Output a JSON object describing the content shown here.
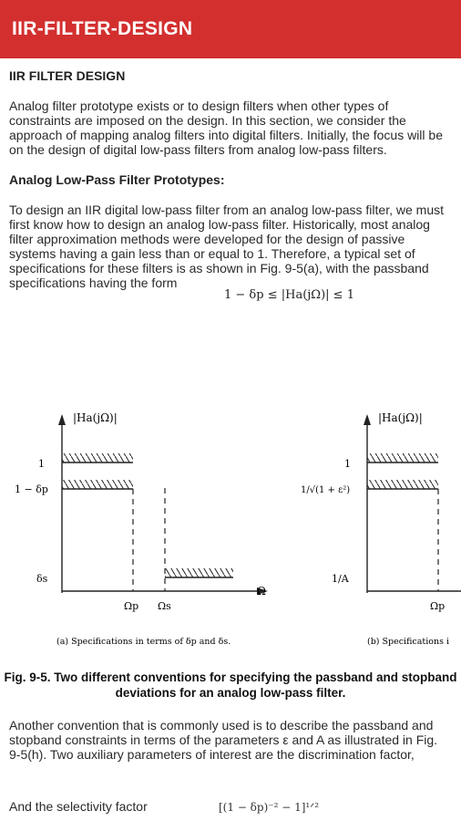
{
  "appbar": {
    "title": "IIR-FILTER-DESIGN"
  },
  "section": {
    "heading": "IIR FILTER DESIGN",
    "para1": "Analog filter prototype exists or to design filters when other types of constraints are imposed on the design. In this section, we consider the approach of mapping analog filters into digital filters. Initially, the focus will be on the design of digital low-pass filters from analog low-pass filters.",
    "subheading": "Analog Low-Pass Filter Prototypes:",
    "para2": "To design an IIR digital low-pass filter from an analog low-pass filter, we must first know how to design an analog low-pass filter. Historically, most analog filter approximation methods were developed for the design of passive systems having a gain less than or equal to 1. Therefore, a typical set of specifications for these filters is as shown in Fig. 9-5(a), with the passband specifications having the form",
    "formula": "1 − δp ≤ |Ha(jΩ)| ≤ 1",
    "caption": "Fig. 9-5. Two different conventions for specifying the passband and stopband deviations for an analog low-pass filter.",
    "para3": "Another convention that is commonly used is to describe the passband and stopband constraints in terms of the parameters ε and A as illustrated in Fig. 9-5(h). Two auxiliary parameters of interest are the discrimination factor,",
    "para4": "And the selectivity factor",
    "formula2": "[(1 − δp)⁻² − 1]¹ᐟ²"
  },
  "figure": {
    "a": {
      "ylabel": "|Ha(jΩ)|",
      "tick_one": "1",
      "tick_pass": "1 − δp",
      "tick_stop": "δs",
      "xlabel": "Ω",
      "x_pass": "Ωp",
      "x_stop": "Ωs",
      "sublabel": "(a) Specifications in terms of δp and δs."
    },
    "b": {
      "ylabel": "|Ha(jΩ)|",
      "tick_one": "1",
      "tick_pass": "1/√(1 + ε²)",
      "tick_stop": "1/A",
      "x_pass": "Ωp",
      "sublabel": "(b) Specifications i"
    }
  }
}
